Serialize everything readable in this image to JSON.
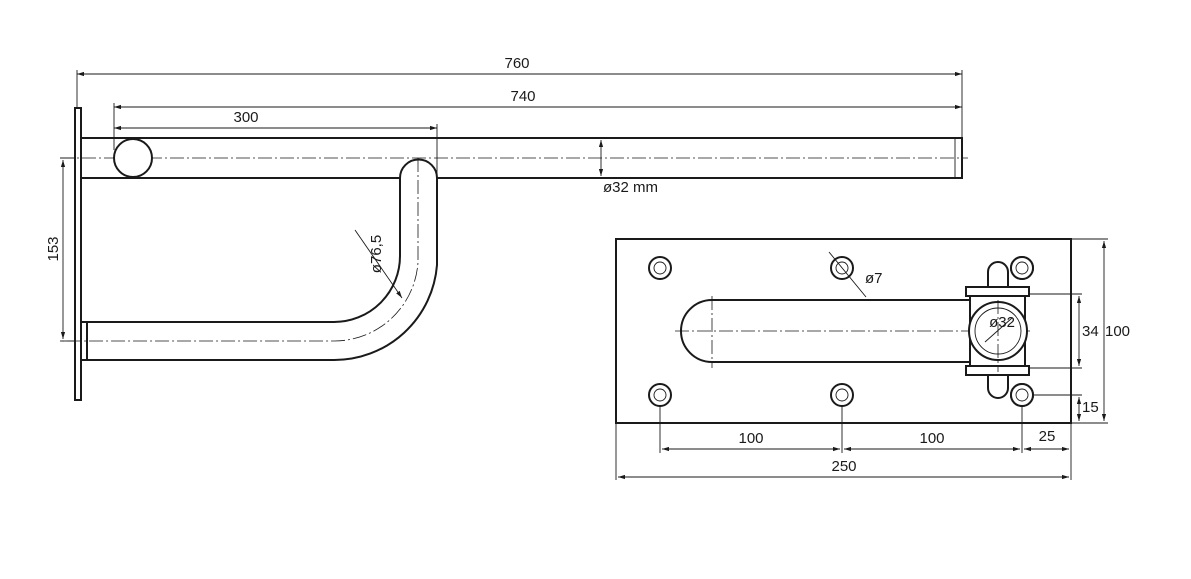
{
  "side_view": {
    "dim_overall_length": "760",
    "dim_arm_length": "740",
    "dim_hook_offset": "300",
    "dim_tube_diameter": "ø32 mm",
    "dim_vertical_offset": "153",
    "dim_bend_radius": "ø76,5"
  },
  "plate_view": {
    "dim_hole_diameter": "ø7",
    "dim_clamp_diameter": "ø32",
    "dim_clamp_width": "34",
    "dim_plate_height": "100",
    "dim_edge_offset": "15",
    "dim_hole_spacing_1": "100",
    "dim_hole_spacing_2": "100",
    "dim_hole_margin": "25",
    "dim_plate_length": "250"
  }
}
